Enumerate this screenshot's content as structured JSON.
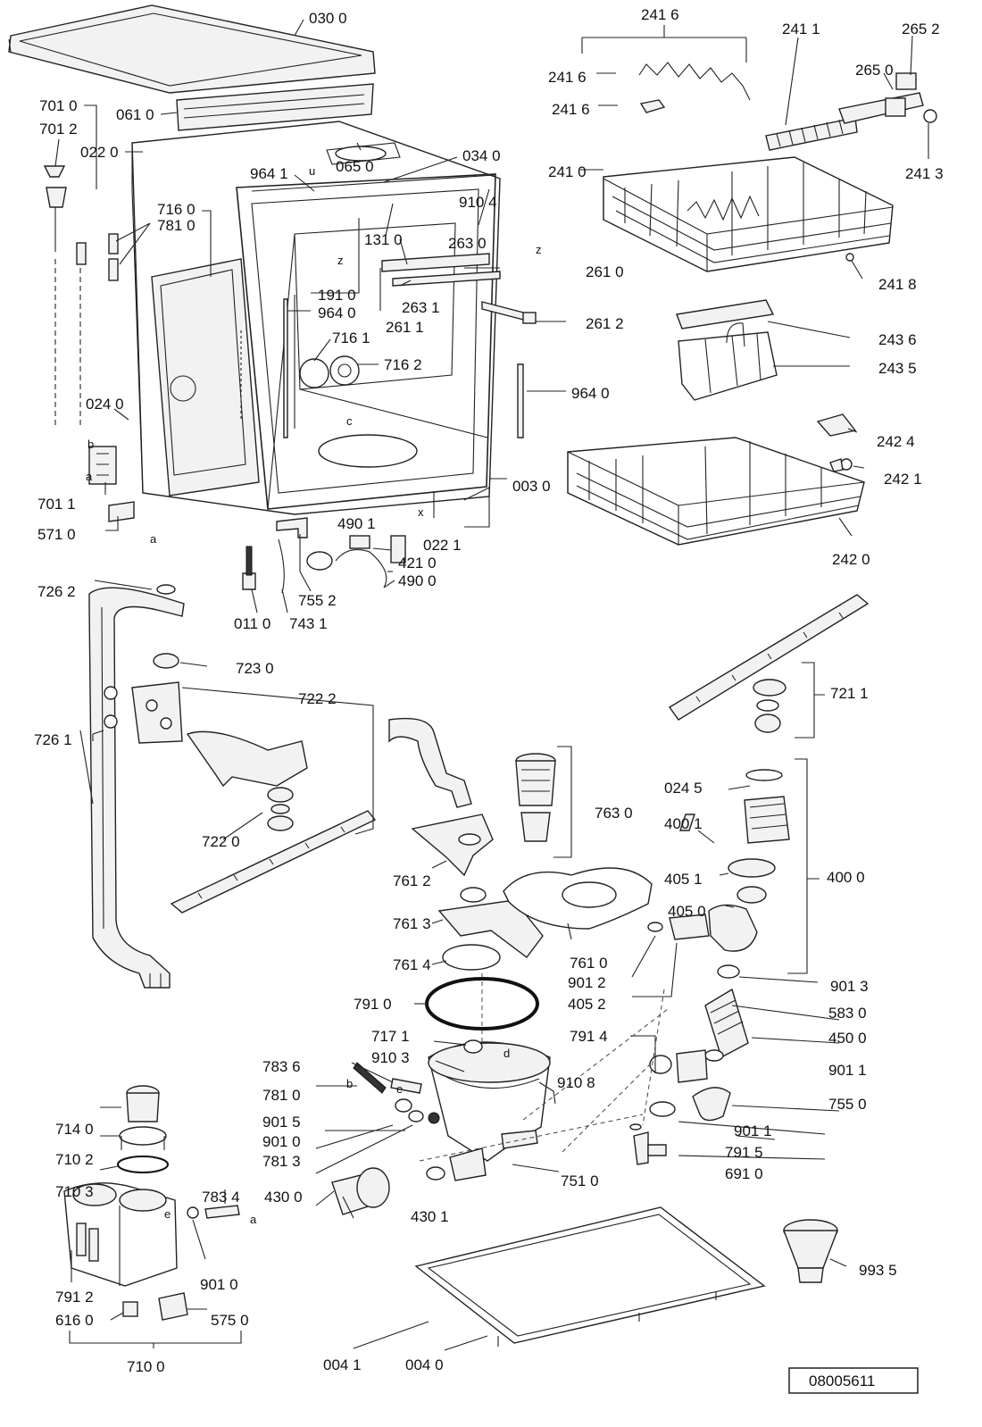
{
  "labels": {
    "l0300": "030 0",
    "l0610": "061 0",
    "l0220": "022 0",
    "l7010": "701 0",
    "l7012": "701 2",
    "l0650": "065 0",
    "l0340": "034 0",
    "l9641": "964 1",
    "l9104": "910 4",
    "l1310": "131 0",
    "l2630": "263 0",
    "l2610": "261 0",
    "l2631": "263 1",
    "l2611": "261 1",
    "l2612": "261 2",
    "l7160": "716 0",
    "l7810": "781 0",
    "l1910": "191 0",
    "l9640a": "964 0",
    "l7161": "716 1",
    "l7162": "716 2",
    "l9640b": "964 0",
    "l0240": "024 0",
    "l7011": "701 1",
    "l5710": "571 0",
    "l0030": "003 0",
    "l4901": "490 1",
    "l0221": "022 1",
    "l4210": "421 0",
    "l4900": "490 0",
    "l7552": "755 2",
    "l0110": "011 0",
    "l7431": "743 1",
    "l2416t": "241 6",
    "l2416a": "241 6",
    "l2416b": "241 6",
    "l2411": "241 1",
    "l2652": "265 2",
    "l2650": "265 0",
    "l2413": "241 3",
    "l2410": "241 0",
    "l2418": "241 8",
    "l2436": "243 6",
    "l2435": "243 5",
    "l2424": "242 4",
    "l2421": "242 1",
    "l2420": "242 0",
    "l7262": "726 2",
    "l7230": "723 0",
    "l7222": "722 2",
    "l7261": "726 1",
    "l7220": "722 0",
    "l7211": "721 1",
    "l7630": "763 0",
    "l0245": "024 5",
    "l4001": "400 1",
    "l4051": "405 1",
    "l4000": "400 0",
    "l4050": "405 0",
    "l7612": "761 2",
    "l7613": "761 3",
    "l7614": "761 4",
    "l7610": "761 0",
    "l9012": "901 2",
    "l4052": "405 2",
    "l9013": "901 3",
    "l7910": "791 0",
    "l5830": "583 0",
    "l7171": "717 1",
    "l7914": "791 4",
    "l4500": "450 0",
    "l9103": "910 3",
    "l7836": "783 6",
    "l9011a": "901 1",
    "l9108": "910 8",
    "l7810b": "781 0",
    "l7550": "755 0",
    "l9015": "901 5",
    "l9011b": "901 1",
    "l9010": "901 0",
    "l7915": "791 5",
    "l7813": "781 3",
    "l7140": "714 0",
    "l6910": "691 0",
    "l7102": "710 2",
    "l7510": "751 0",
    "l7103": "710 3",
    "l7834": "783 4",
    "l4300": "430 0",
    "l4301": "430 1",
    "l9010b": "901 0",
    "l7912": "791 2",
    "l5750": "575 0",
    "l6160": "616 0",
    "l7100": "710 0",
    "l9935": "993 5",
    "l0041": "004 1",
    "l0040": "004 0"
  },
  "letters": {
    "z1": "z",
    "z2": "z",
    "u": "u",
    "c": "c",
    "x": "x",
    "b1": "b",
    "a1": "a",
    "a2": "a",
    "d": "d",
    "e1": "e",
    "b2": "b",
    "e2": "e",
    "a3": "a"
  },
  "reference_number": "08005611"
}
